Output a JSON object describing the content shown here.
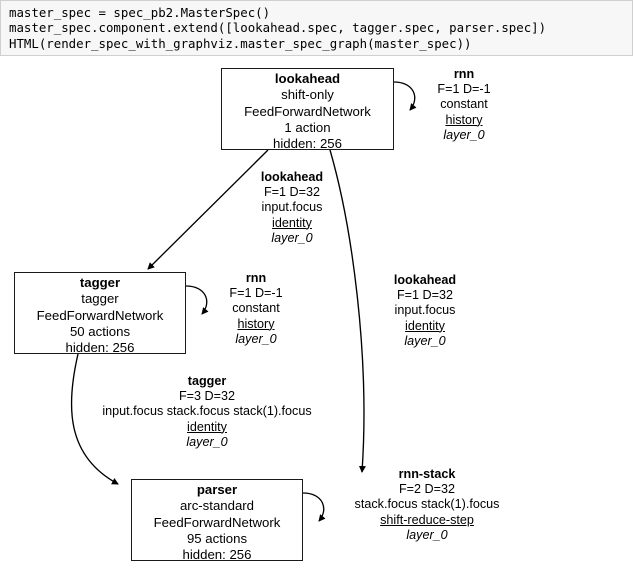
{
  "code_cell": {
    "lines": [
      "master_spec = spec_pb2.MasterSpec()",
      "master_spec.component.extend([lookahead.spec, tagger.spec, parser.spec])",
      "HTML(render_spec_with_graphviz.master_spec_graph(master_spec))"
    ],
    "text": "master_spec = spec_pb2.MasterSpec()\nmaster_spec.component.extend([lookahead.spec, tagger.spec, parser.spec])\nHTML(render_spec_with_graphviz.master_spec_graph(master_spec))"
  },
  "graph": {
    "type": "directed-graph",
    "nodes": [
      {
        "id": "lookahead",
        "name": "lookahead",
        "transition_system": "shift-only",
        "network": "FeedForwardNetwork",
        "actions": "1 action",
        "hidden": "hidden: 256"
      },
      {
        "id": "tagger",
        "name": "tagger",
        "transition_system": "tagger",
        "network": "FeedForwardNetwork",
        "actions": "50 actions",
        "hidden": "hidden: 256"
      },
      {
        "id": "parser",
        "name": "parser",
        "transition_system": "arc-standard",
        "network": "FeedForwardNetwork",
        "actions": "95 actions",
        "hidden": "hidden: 256"
      }
    ],
    "edges": [
      {
        "id": "lookahead-self",
        "source": "lookahead",
        "target": "lookahead",
        "name": "rnn",
        "fd": "F=1 D=-1",
        "features": "constant",
        "source_translator": "history",
        "layer": "layer_0"
      },
      {
        "id": "lookahead-to-tagger",
        "source": "lookahead",
        "target": "tagger",
        "name": "lookahead",
        "fd": "F=1 D=32",
        "features": "input.focus",
        "source_translator": "identity",
        "layer": "layer_0"
      },
      {
        "id": "lookahead-to-parser",
        "source": "lookahead",
        "target": "parser",
        "name": "lookahead",
        "fd": "F=1 D=32",
        "features": "input.focus",
        "source_translator": "identity",
        "layer": "layer_0"
      },
      {
        "id": "tagger-self",
        "source": "tagger",
        "target": "tagger",
        "name": "rnn",
        "fd": "F=1 D=-1",
        "features": "constant",
        "source_translator": "history",
        "layer": "layer_0"
      },
      {
        "id": "tagger-to-parser",
        "source": "tagger",
        "target": "parser",
        "name": "tagger",
        "fd": "F=3 D=32",
        "features": "input.focus stack.focus stack(1).focus",
        "source_translator": "identity",
        "layer": "layer_0"
      },
      {
        "id": "parser-self",
        "source": "parser",
        "target": "parser",
        "name": "rnn-stack",
        "fd": "F=2 D=32",
        "features": "stack.focus stack(1).focus",
        "source_translator": "shift-reduce-step",
        "layer": "layer_0"
      }
    ]
  },
  "colors": {
    "code_background": "#f7f7f7",
    "code_border": "#cfcfcf",
    "node_border": "#1a1a1a",
    "edge_stroke": "#000000",
    "text": "#000000",
    "canvas": "#ffffff"
  }
}
